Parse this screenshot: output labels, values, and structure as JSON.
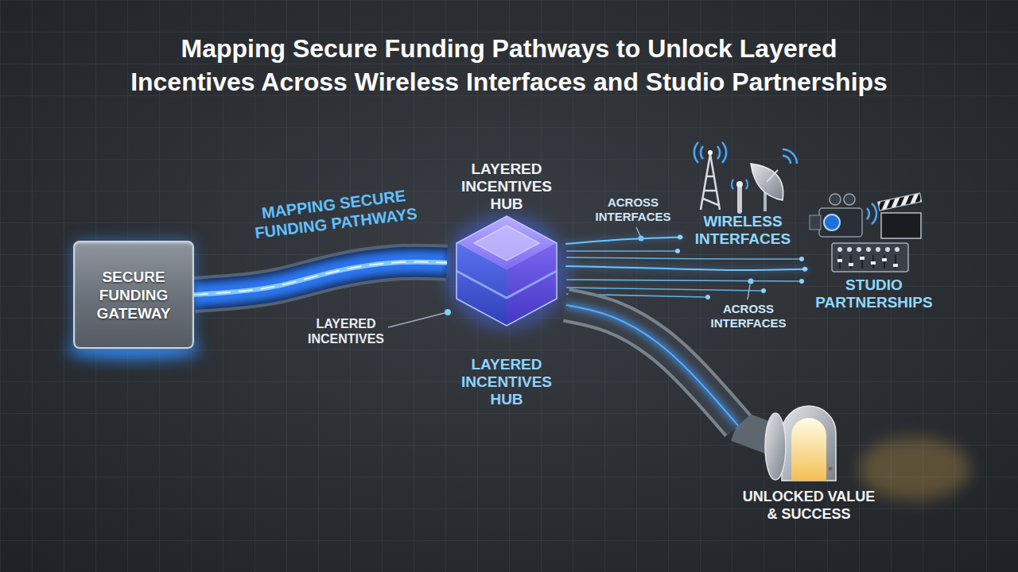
{
  "diagram": {
    "title": "Mapping Secure Funding Pathways to Unlock Layered Incentives Across Wireless Interfaces and Studio Partnerships",
    "nodes": [
      {
        "text": [
          "SECURE FUNDING GATEWAY"
        ]
      },
      {
        "text": [
          "LAYERED INCENTIVES HUB",
          "LAYERED INCENTIVES HUB"
        ]
      },
      {
        "text": [
          "WIRELESS INTERFACES"
        ]
      },
      {
        "text": [
          "STUDIO PARTNERSHIPS"
        ]
      },
      {
        "text": [
          "UNLOCKED VALUE & SUCCESS"
        ]
      }
    ],
    "edges": [
      {
        "from": 0,
        "to": 1,
        "arrow": "none",
        "label": "MAPPING SECURE FUNDING PATHWAYS"
      },
      {
        "from": 1,
        "to": 2,
        "arrow": "none"
      },
      {
        "from": 1,
        "to": 3,
        "arrow": "none"
      },
      {
        "from": 1,
        "to": 4,
        "arrow": "none"
      }
    ],
    "labels": [
      "LAYERED INCENTIVES",
      "ACROSS INTERFACES",
      "ACROSS INTERFACES"
    ]
  }
}
